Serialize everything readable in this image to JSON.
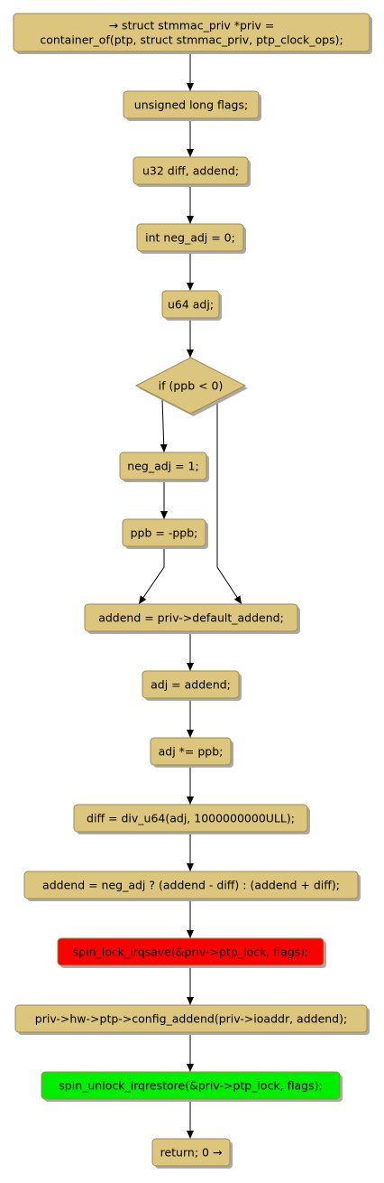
{
  "colors": {
    "node_fill": "#dcc67e",
    "node_border": "#a0894a",
    "shadow": "#a9a9a9",
    "lock_fill": "#ff0000",
    "unlock_fill": "#00ee00",
    "edge": "#000000"
  },
  "nodes": [
    {
      "id": "n1",
      "lines": [
        "→ struct stmmac_priv *priv =",
        "container_of(ptp, struct stmmac_priv, ptp_clock_ops);"
      ]
    },
    {
      "id": "n2",
      "lines": [
        "unsigned long flags;"
      ]
    },
    {
      "id": "n3",
      "lines": [
        "u32 diff, addend;"
      ]
    },
    {
      "id": "n4",
      "lines": [
        "int neg_adj = 0;"
      ]
    },
    {
      "id": "n5",
      "lines": [
        "u64 adj;"
      ]
    },
    {
      "id": "n6",
      "lines": [
        "if (ppb < 0)"
      ],
      "shape": "diamond"
    },
    {
      "id": "n7",
      "lines": [
        "neg_adj = 1;"
      ]
    },
    {
      "id": "n8",
      "lines": [
        "ppb = -ppb;"
      ]
    },
    {
      "id": "n9",
      "lines": [
        "addend = priv->default_addend;"
      ]
    },
    {
      "id": "n10",
      "lines": [
        "adj = addend;"
      ]
    },
    {
      "id": "n11",
      "lines": [
        "adj *= ppb;"
      ]
    },
    {
      "id": "n12",
      "lines": [
        "diff = div_u64(adj, 1000000000ULL);"
      ]
    },
    {
      "id": "n13",
      "lines": [
        "addend = neg_adj ? (addend - diff) : (addend + diff);"
      ]
    },
    {
      "id": "n14",
      "lines": [
        "spin_lock_irqsave(&priv->ptp_lock, flags);"
      ],
      "color": "lock"
    },
    {
      "id": "n15",
      "lines": [
        "priv->hw->ptp->config_addend(priv->ioaddr, addend);"
      ]
    },
    {
      "id": "n16",
      "lines": [
        "spin_unlock_irqrestore(&priv->ptp_lock, flags);"
      ],
      "color": "unlock"
    },
    {
      "id": "n17",
      "lines": [
        "return; 0 →"
      ]
    }
  ]
}
